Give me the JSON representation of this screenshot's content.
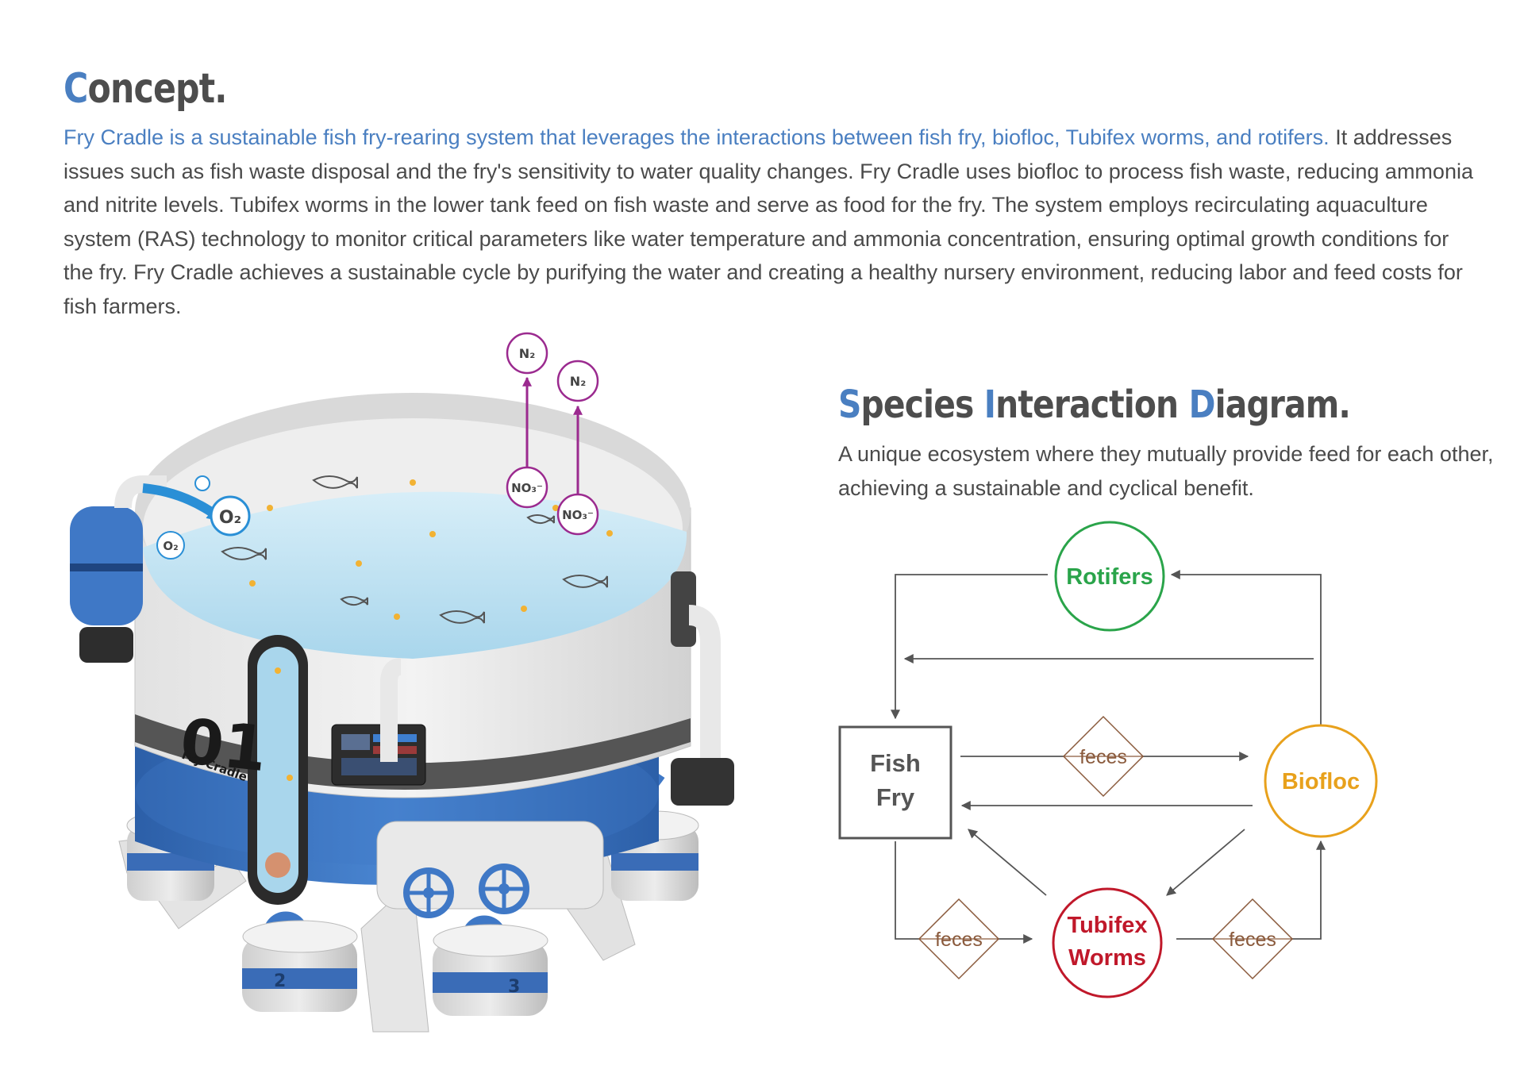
{
  "concept": {
    "title_accent": "C",
    "title_rest": "oncept.",
    "highlight": "Fry Cradle is a sustainable fish fry-rearing system that leverages the interactions between fish fry, biofloc, Tubifex worms, and rotifers.",
    "body": " It addresses issues such as fish waste disposal and the fry's sensitivity to water quality changes. Fry Cradle uses biofloc to process fish waste, reducing ammonia and nitrite levels. Tubifex worms in the lower tank feed on fish waste and serve as food for the fry. The system employs recirculating aquaculture system (RAS) technology to monitor critical parameters like water temperature and ammonia concentration, ensuring optimal growth conditions for the fry. Fry Cradle achieves a sustainable cycle by purifying the water and creating a healthy nursery environment, reducing labor and feed costs for fish farmers."
  },
  "species": {
    "title_parts": [
      {
        "text": "S",
        "accent": true
      },
      {
        "text": "pecies ",
        "accent": false
      },
      {
        "text": "I",
        "accent": true
      },
      {
        "text": "nteraction ",
        "accent": false
      },
      {
        "text": "D",
        "accent": true
      },
      {
        "text": "iagram.",
        "accent": false
      }
    ],
    "description": "A unique ecosystem where they mutually provide feed for each other, achieving a sustainable and cyclical benefit."
  },
  "diagram": {
    "nodes": {
      "rotifers": {
        "label": "Rotifers",
        "color": "#2aa44a"
      },
      "fish_fry": {
        "line1": "Fish",
        "line2": "Fry",
        "color": "#555555"
      },
      "biofloc": {
        "label": "Biofloc",
        "color": "#e8a11c"
      },
      "tubifex": {
        "line1": "Tubifex",
        "line2": "Worms",
        "color": "#c0182a"
      }
    },
    "edge_labels": {
      "fry_to_biofloc": "feces",
      "fry_to_tubifex": "feces",
      "tubifex_to_biofloc": "feces"
    },
    "edge_label_color": "#8a5a3c"
  },
  "illustration": {
    "tank_number": "01",
    "tank_brand": "Fry Cradle",
    "pod_labels": [
      "2",
      "3"
    ],
    "o2_label": "O₂",
    "n2_label": "N₂",
    "no3_label": "NO₃⁻",
    "colors": {
      "water": "#bfe3f3",
      "blue": "#3f78c6",
      "gas": "#9b2a8f"
    }
  }
}
